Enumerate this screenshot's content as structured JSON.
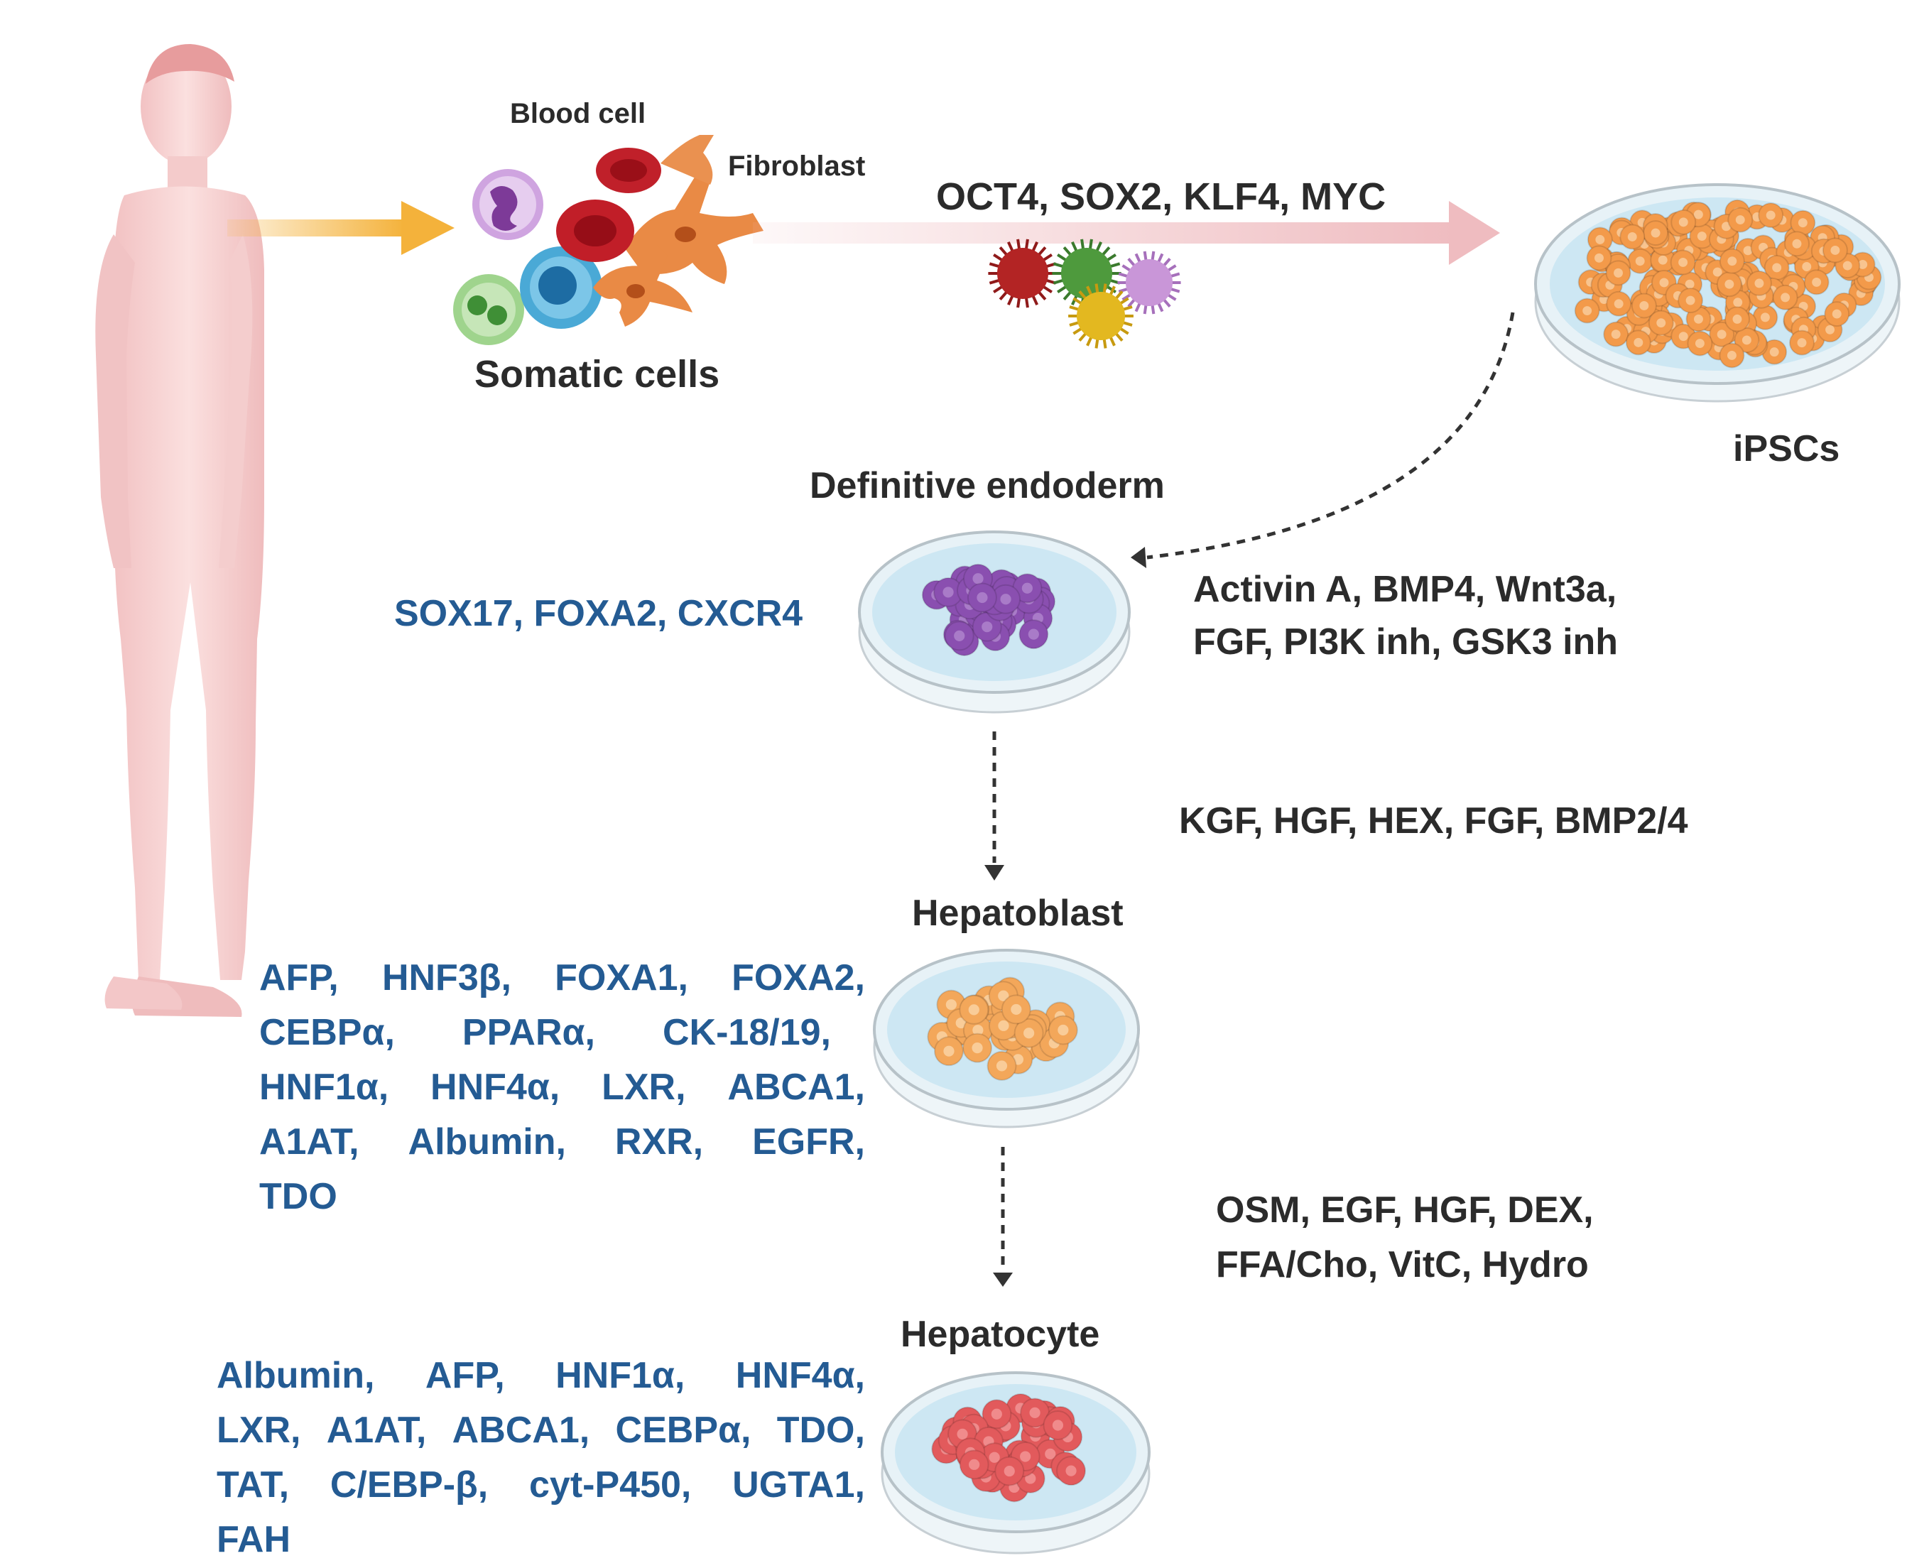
{
  "labels": {
    "blood_cell": "Blood cell",
    "fibroblast": "Fibroblast",
    "somatic_cells": "Somatic cells",
    "factors": "OCT4, SOX2, KLF4, MYC",
    "ipscs": "iPSCs",
    "definitive_endoderm": "Definitive endoderm",
    "hepatoblast": "Hepatoblast",
    "hepatocyte": "Hepatocyte"
  },
  "conditions": {
    "endoderm": [
      "Activin A, BMP4, Wnt3a,",
      "FGF, PI3K inh, GSK3 inh"
    ],
    "hepatoblast": "KGF, HGF, HEX, FGF, BMP2/4",
    "hepatocyte": [
      "OSM, EGF, HGF, DEX,",
      "FFA/Cho, VitC, Hydro"
    ]
  },
  "markers": {
    "endoderm": "SOX17, FOXA2, CXCR4",
    "hepatoblast": [
      [
        "AFP,",
        "HNF3β,",
        "FOXA1,",
        "FOXA2,"
      ],
      [
        "CEBPα,",
        "PPARα,",
        "CK-18/19,"
      ],
      [
        "HNF1α,",
        "HNF4α,",
        "LXR,",
        "ABCA1,"
      ],
      [
        "A1AT,",
        "Albumin,",
        "RXR,",
        "EGFR,"
      ],
      [
        "TDO"
      ]
    ],
    "hepatocyte": [
      [
        "Albumin,",
        "AFP,",
        "HNF1α,",
        "HNF4α,"
      ],
      [
        "LXR,",
        "A1AT,",
        "ABCA1,",
        "CEBPα,",
        "TDO,"
      ],
      [
        "TAT,",
        "C/EBP-β,",
        "cyt-P450,",
        "UGTA1,"
      ],
      [
        "FAH"
      ]
    ]
  },
  "colors": {
    "marker_text": "#245b93",
    "label_text": "#2b2b2b",
    "body_skin": "#f6cfcf",
    "dish_medium": "#cde7f3",
    "endoderm_cells": "#8a4fb0",
    "hepatoblast_cells": "#f3a75a",
    "hepatocyte_cells": "#e25a5c",
    "ipsc_cells": "#f39a4a",
    "yellow_arrow": "#f4b23b",
    "pink_arrow": "#efbcc0"
  },
  "icons": [
    "human-body-icon",
    "blood-cell-icon",
    "fibroblast-icon",
    "virus-particle-icon",
    "petri-dish-icon"
  ]
}
